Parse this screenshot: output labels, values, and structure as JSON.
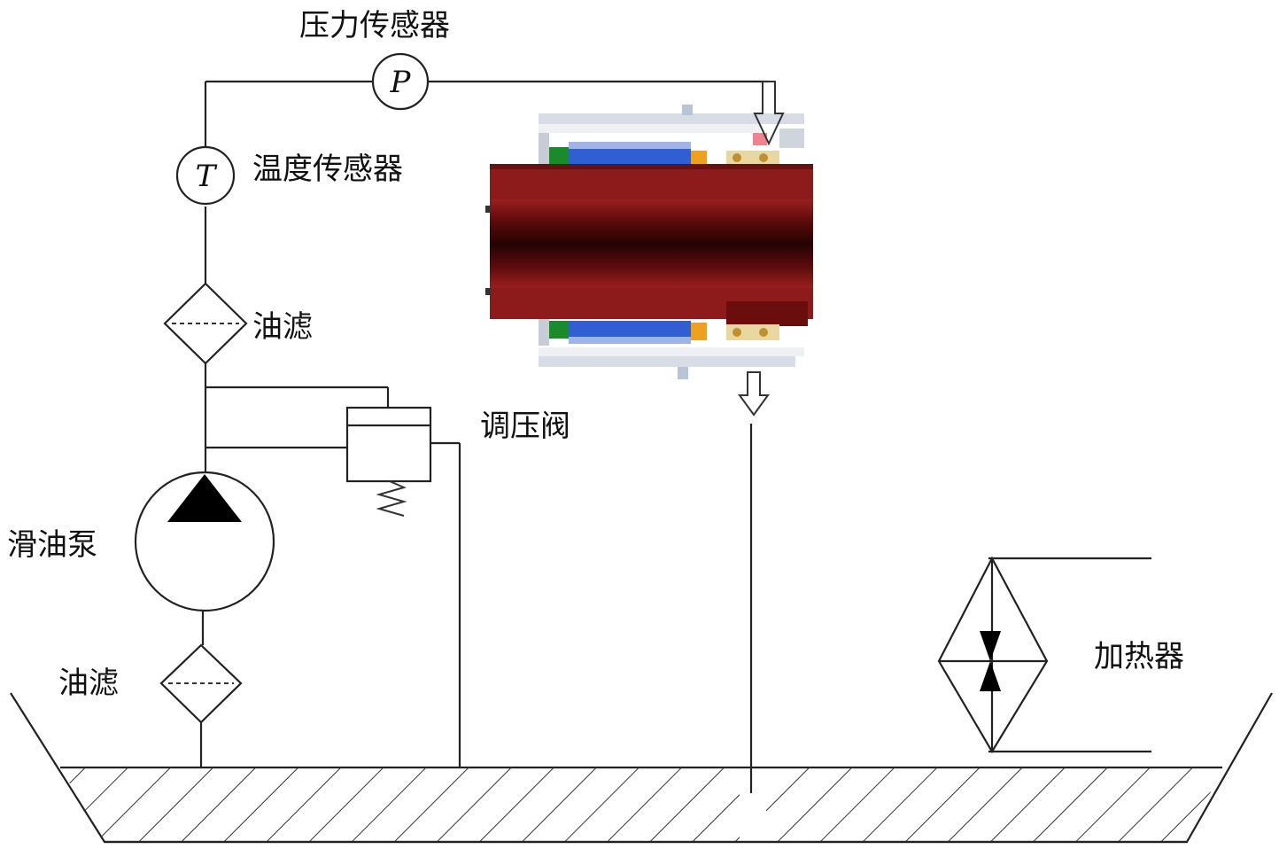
{
  "labels": {
    "pressure_sensor": "压力传感器",
    "temperature_sensor": "温度传感器",
    "oil_filter_upper": "油滤",
    "pressure_regulating_valve": "调压阀",
    "lube_oil_pump": "滑油泵",
    "oil_filter_lower": "油滤",
    "heater": "加热器"
  },
  "symbols": {
    "pressure": "P",
    "temperature": "T"
  },
  "colors": {
    "line": "#222222",
    "seal_body": "#8e1b1b",
    "seal_bore": "#3a0606",
    "seal_blue": "#2f5fd0",
    "seal_orange": "#f0a020",
    "seal_green": "#1a8a2a"
  }
}
